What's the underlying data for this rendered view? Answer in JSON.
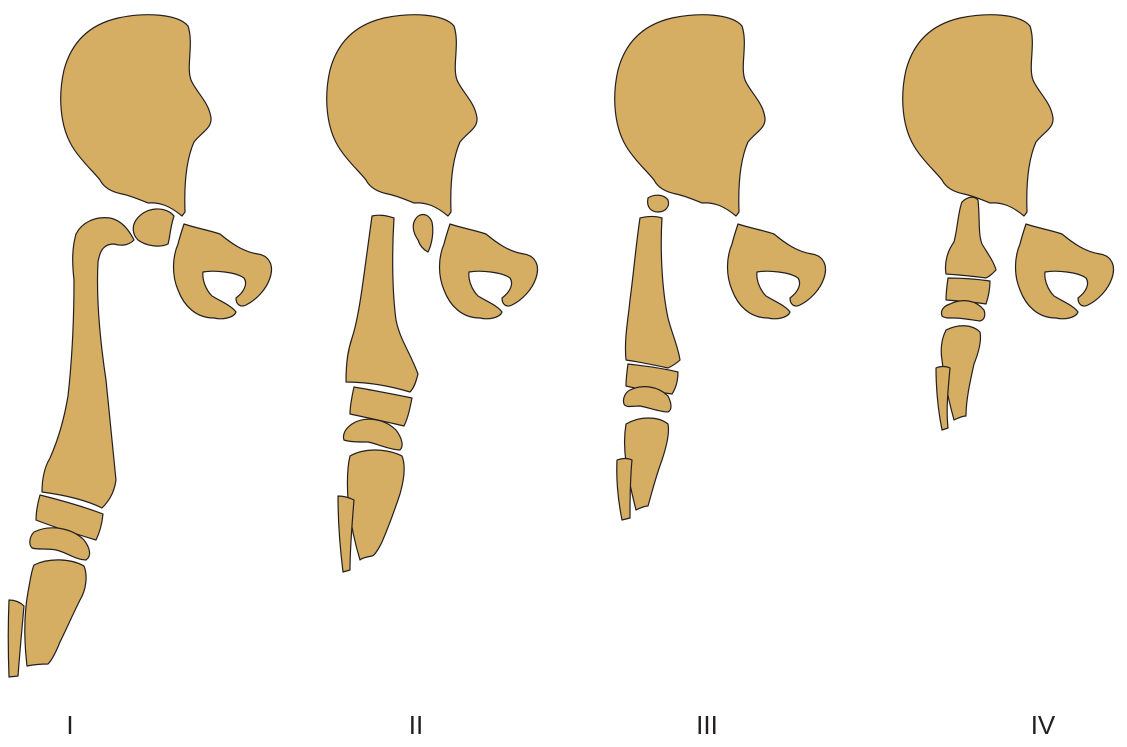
{
  "colors": {
    "bone_fill": "#d5ad63",
    "bone_outline": "#231f20",
    "background": "#ffffff"
  },
  "panels": [
    {
      "label": "I"
    },
    {
      "label": "II"
    },
    {
      "label": "III"
    },
    {
      "label": "IV"
    }
  ]
}
